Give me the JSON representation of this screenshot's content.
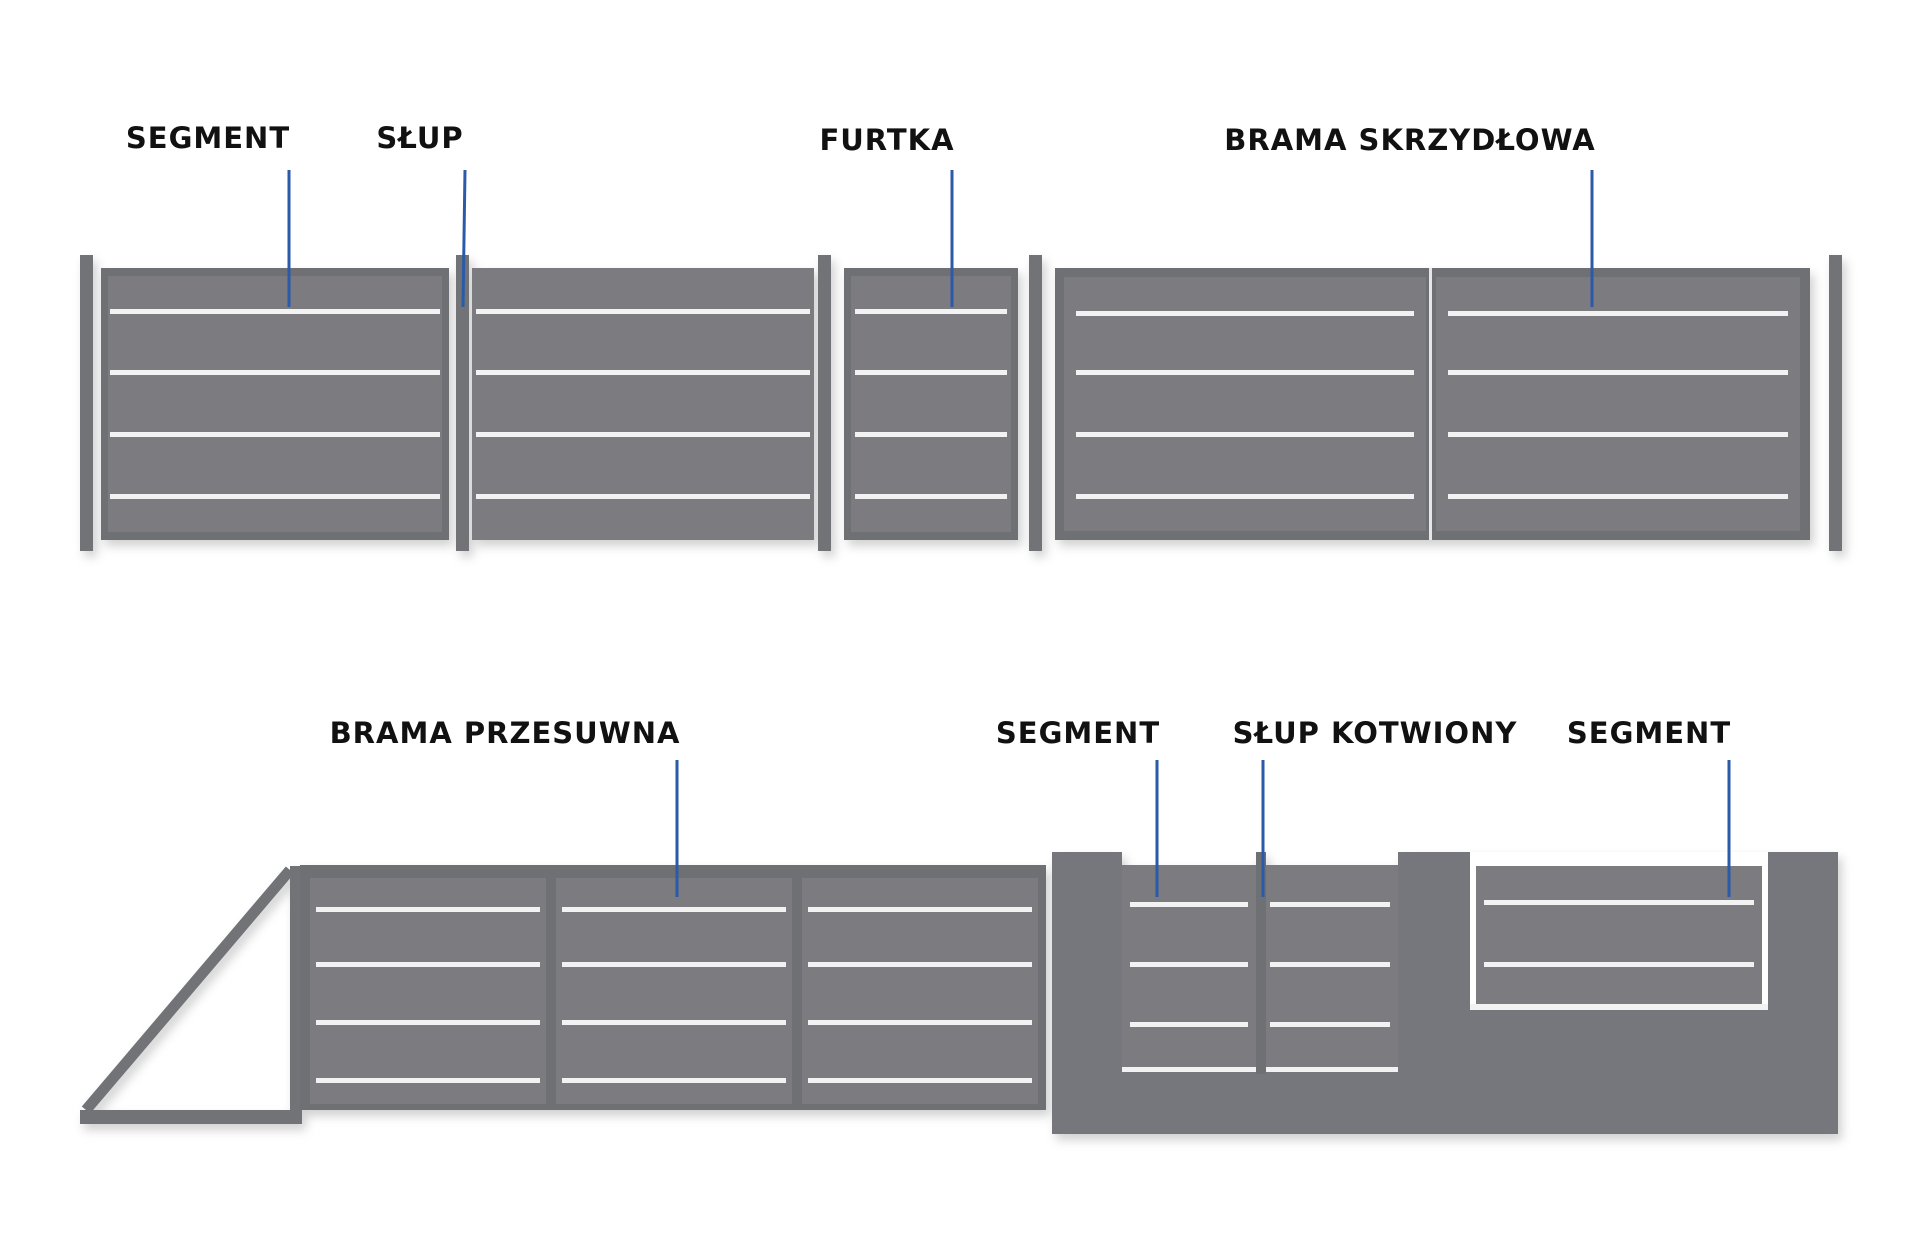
{
  "labels": {
    "segment_top": "SEGMENT",
    "slup": "SŁUP",
    "furtka": "FURTKA",
    "brama_skrzydlowa": "BRAMA SKRZYDŁOWA",
    "brama_przesuwna": "BRAMA PRZESUWNA",
    "segment_wall_left": "SEGMENT",
    "slup_kotwiony": "SŁUP KOTWIONY",
    "segment_wall_right": "SEGMENT"
  },
  "colors": {
    "panel": "#7b7c80",
    "panel_dark": "#6e6f73",
    "frame": "#727377",
    "slat_highlight": "#f2f2f2",
    "leader_line": "#2a5aa8",
    "wall": "#76777b",
    "background": "#ffffff"
  }
}
